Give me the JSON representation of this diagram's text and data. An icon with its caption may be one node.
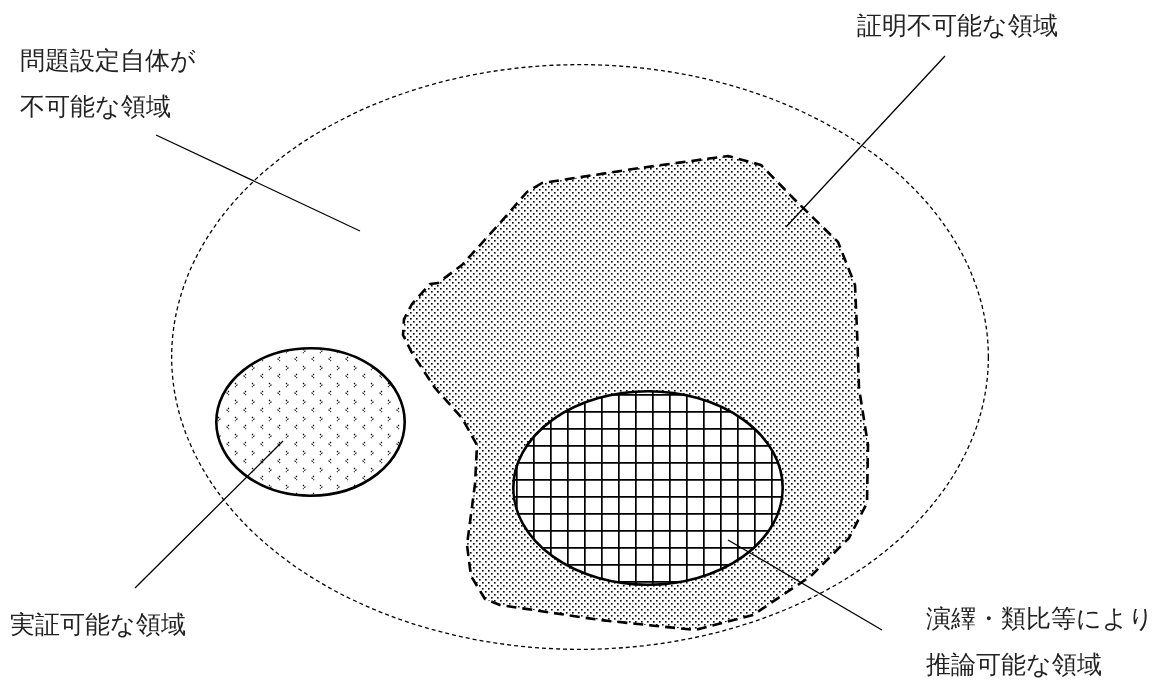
{
  "diagram": {
    "nodes": [
      {
        "text": [],
        "shape": "ellipse"
      },
      {
        "text": [],
        "shape": "blob",
        "in": 0
      },
      {
        "text": [],
        "shape": "ellipse",
        "in": 1
      },
      {
        "text": [],
        "shape": "ellipse",
        "in": 0
      },
      {
        "text": [
          "問題設定自体が不可能な領域"
        ]
      },
      {
        "text": [
          "証明不可能な領域"
        ]
      },
      {
        "text": [
          "実証可能な領域"
        ]
      },
      {
        "text": [
          "演繹・類比等により推論可能な領域"
        ]
      }
    ],
    "edges": [
      {
        "from": 4,
        "to": 0,
        "arrow": "none"
      },
      {
        "from": 5,
        "to": 1,
        "arrow": "none"
      },
      {
        "from": 6,
        "to": 3,
        "arrow": "none"
      },
      {
        "from": 7,
        "to": 2,
        "arrow": "none"
      }
    ]
  }
}
